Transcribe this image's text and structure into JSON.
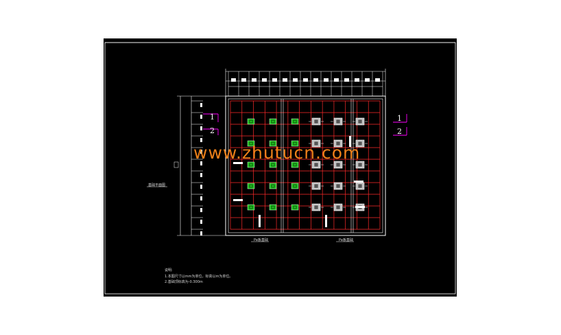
{
  "watermark": "www.zhutucn.com",
  "section_marks": {
    "left_top": "1",
    "left_bottom": "2",
    "right_top": "1",
    "right_bottom": "2"
  },
  "room_tags": {
    "left": "Pa板基础",
    "right": "Pa板基础"
  },
  "side_tag": "基础平面图",
  "notes": {
    "heading": "说明:",
    "line1": "1.本图尺寸以mm为单位，标高以m为单位。",
    "line2": "2.基础顶标高为-0.300m"
  },
  "colors": {
    "sheet": "#000000",
    "grid": "#ff2a2a",
    "outline": "#ffffff",
    "green_fill": "#1fbf1f",
    "mark": "#ff00ff",
    "watermark": "#ff8a1c"
  }
}
